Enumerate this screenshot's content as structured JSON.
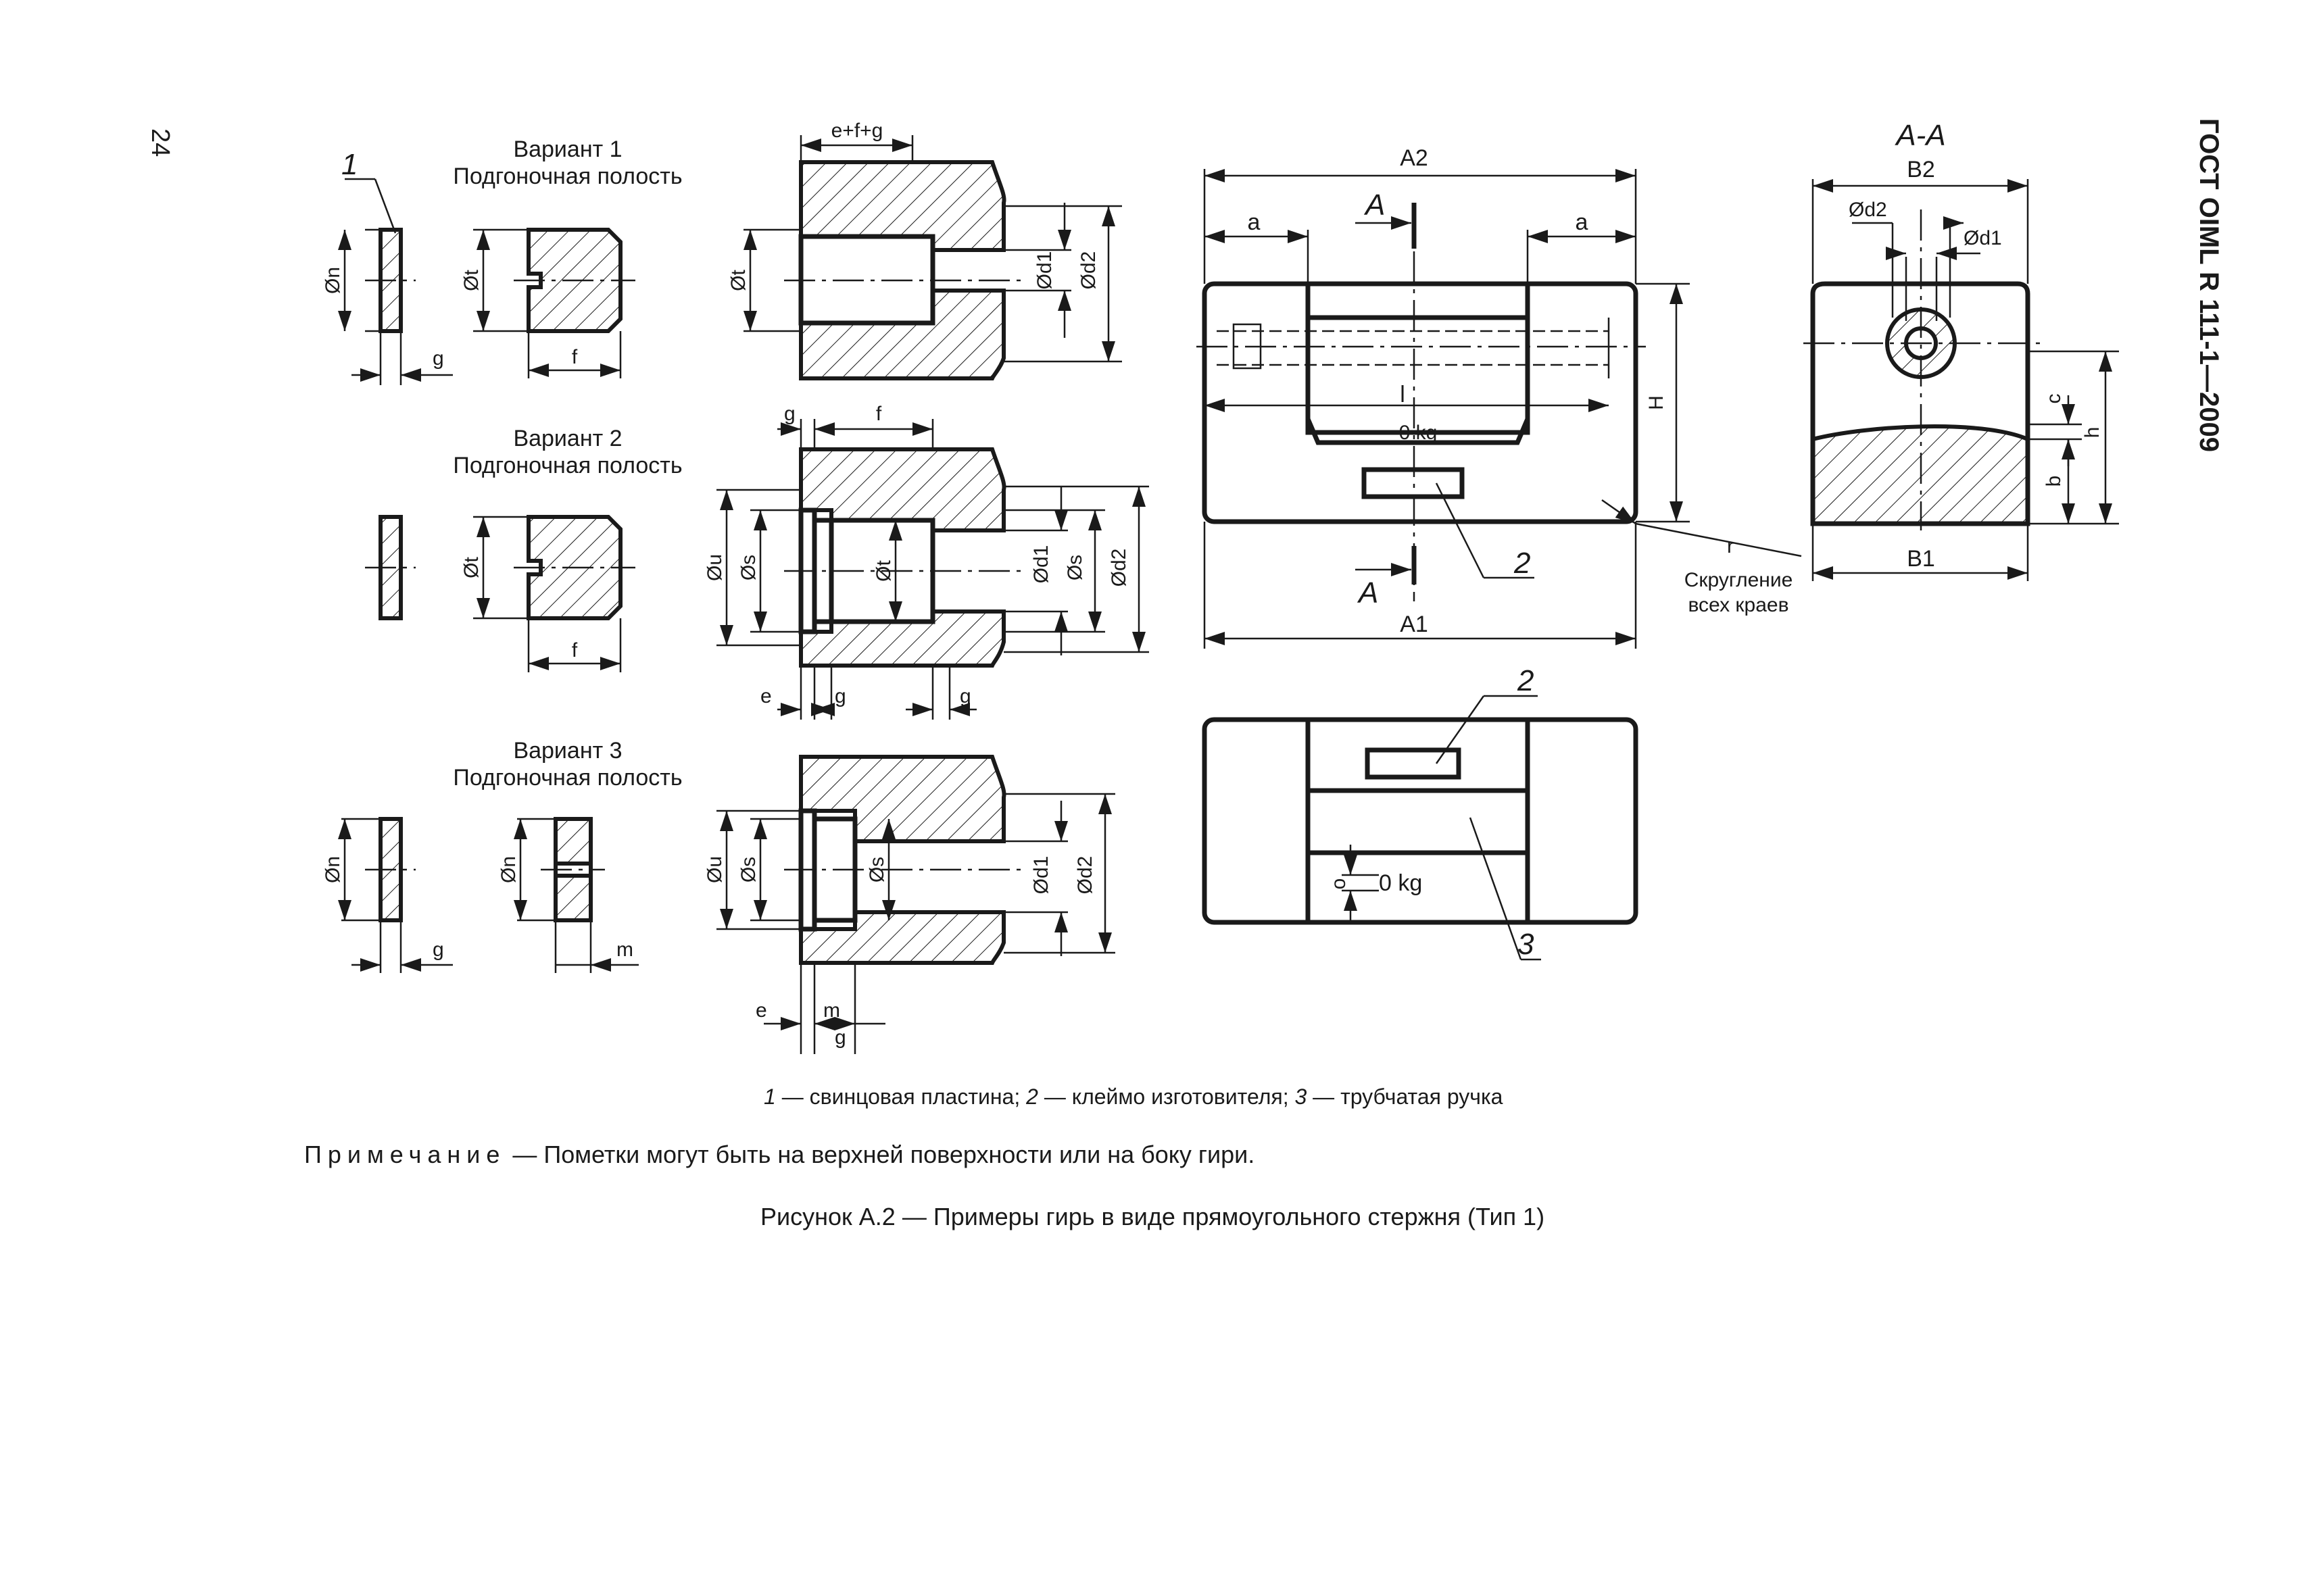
{
  "page_number": "24",
  "standard_title": "ГОСТ OIML R 111-1—2009",
  "variants": [
    {
      "title": "Вариант 1",
      "subtitle": "Подгоночная полость"
    },
    {
      "title": "Вариант 2",
      "subtitle": "Подгоночная полость"
    },
    {
      "title": "Вариант 3",
      "subtitle": "Подгоночная полость"
    }
  ],
  "dimension_labels": {
    "n": "Øn",
    "t": "Øt",
    "u": "Øu",
    "s": "Øs",
    "d1": "Ød1",
    "d2": "Ød2",
    "f": "f",
    "g": "g",
    "e": "e",
    "m": "m",
    "efg": "e+f+g",
    "a": "a",
    "A1": "A1",
    "A2": "A2",
    "H": "H",
    "l": "l",
    "B1": "B1",
    "B2": "B2",
    "b": "b",
    "c": "c",
    "h": "h",
    "o": "o",
    "r": "r"
  },
  "section_labels": {
    "A": "A",
    "AA": "A-A"
  },
  "callouts": {
    "one": "1",
    "two": "2",
    "three": "3"
  },
  "weight_mark": "0 kg",
  "rounding_note": {
    "line1": "Скругление",
    "line2": "всех краев"
  },
  "legend": {
    "n1": "1",
    "t1": " — свинцовая пластина; ",
    "n2": "2",
    "t2": " — клеймо изготовителя; ",
    "n3": "3",
    "t3": " — трубчатая ручка"
  },
  "note": {
    "label": "Примечание",
    "text": " — Пометки могут быть на верхней поверхности или на боку гири."
  },
  "caption": "Рисунок А.2 — Примеры гирь в виде прямоугольного стержня (Тип 1)"
}
